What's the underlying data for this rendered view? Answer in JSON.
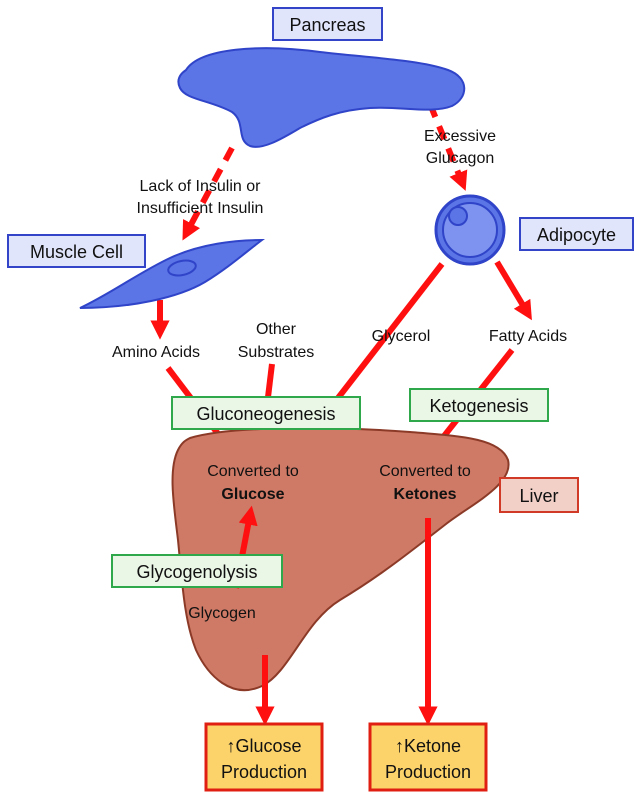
{
  "colors": {
    "arrow": "#ff1010",
    "organ_blue": "#5b74e6",
    "organ_blue_dark": "#2f44c8",
    "box_blue_fill": "#e1e5fb",
    "box_blue_stroke": "#3344c8",
    "box_green_fill": "#eaf6e6",
    "box_green_stroke": "#2ea84a",
    "box_red_fill": "#f2cfc7",
    "box_red_stroke": "#d23a28",
    "liver_fill": "#cf7a66",
    "liver_stroke": "#8c3a28",
    "box_yellow_fill": "#fcd36a",
    "box_yellow_stroke": "#e01f12"
  },
  "labels": {
    "pancreas": "Pancreas",
    "muscle_cell": "Muscle Cell",
    "adipocyte": "Adipocyte",
    "liver": "Liver",
    "excessive_glucagon_1": "Excessive",
    "excessive_glucagon_2": "Glucagon",
    "lack_insulin_1": "Lack of Insulin or",
    "lack_insulin_2": "Insufficient Insulin",
    "amino_acids": "Amino Acids",
    "other_substrates_1": "Other",
    "other_substrates_2": "Substrates",
    "glycerol": "Glycerol",
    "fatty_acids": "Fatty Acids",
    "gluconeogenesis": "Gluconeogenesis",
    "ketogenesis": "Ketogenesis",
    "glycogenolysis": "Glycogenolysis",
    "converted_to_1": "Converted to",
    "glucose": "Glucose",
    "converted_to_2": "Converted to",
    "ketones": "Ketones",
    "glycogen": "Glycogen",
    "glucose_production_1": "↑Glucose",
    "glucose_production_2": "Production",
    "ketone_production_1": "↑Ketone",
    "ketone_production_2": "Production"
  }
}
